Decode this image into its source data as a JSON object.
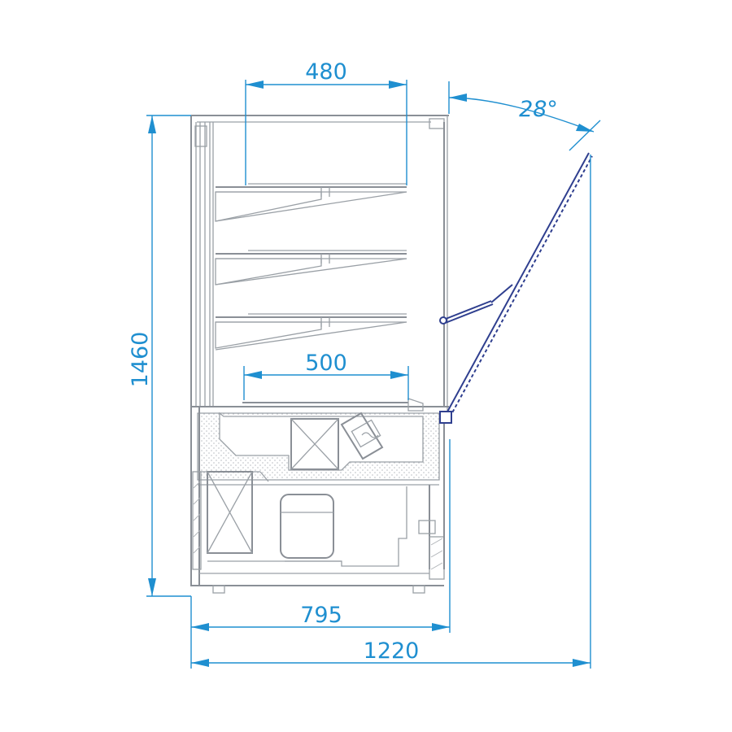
{
  "dimensions": {
    "shelf_depth": "480",
    "base_depth": "500",
    "height": "1460",
    "depth": "795",
    "total_depth_open": "1220",
    "angle": "28°"
  },
  "colors": {
    "dimension": "#1f8fd0",
    "body": "#8a8f96",
    "hinge_arm": "#2f3f8f"
  }
}
